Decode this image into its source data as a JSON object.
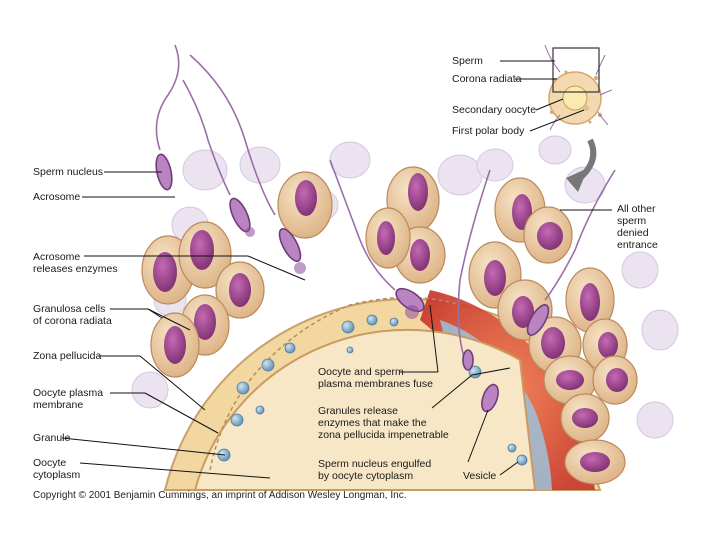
{
  "labels": {
    "sperm": "Sperm",
    "corona_radiata": "Corona radiata",
    "secondary_oocyte": "Secondary oocyte",
    "first_polar_body": "First polar body",
    "sperm_nucleus": "Sperm nucleus",
    "acrosome": "Acrosome",
    "acrosome_releases_enzymes": "Acrosome\nreleases enzymes",
    "granulosa_cells": "Granulosa cells\nof corona radiata",
    "zona_pellucida": "Zona pellucida",
    "oocyte_plasma_membrane": "Oocyte plasma\nmembrane",
    "granule": "Granule",
    "oocyte_cytoplasm": "Oocyte\ncytoplasm",
    "all_other_sperm": "All other\nsperm\ndenied\nentrance",
    "membranes_fuse": "Oocyte and sperm\nplasma membranes fuse",
    "granules_release": "Granules release\nenzymes that make the\nzona pellucida impenetrable",
    "sperm_nucleus_engulfed": "Sperm nucleus engulfed\nby oocyte cytoplasm",
    "vesicle": "Vesicle"
  },
  "copyright": "Copyright © 2001 Benjamin Cummings, an imprint of Addison Wesley Longman, Inc.",
  "colors": {
    "cell_body": "#e9c9a0",
    "cell_outline": "#b98a5c",
    "nucleus": "#9b3f8c",
    "nucleus_light": "#c86cb8",
    "zona": "#f2d9a2",
    "cytoplasm": "#f6e6c4",
    "granule": "#7fa9c8",
    "fusion_red": "#d24b3a",
    "sperm": "#9c6ea8",
    "background_cells": "#e7dced"
  }
}
